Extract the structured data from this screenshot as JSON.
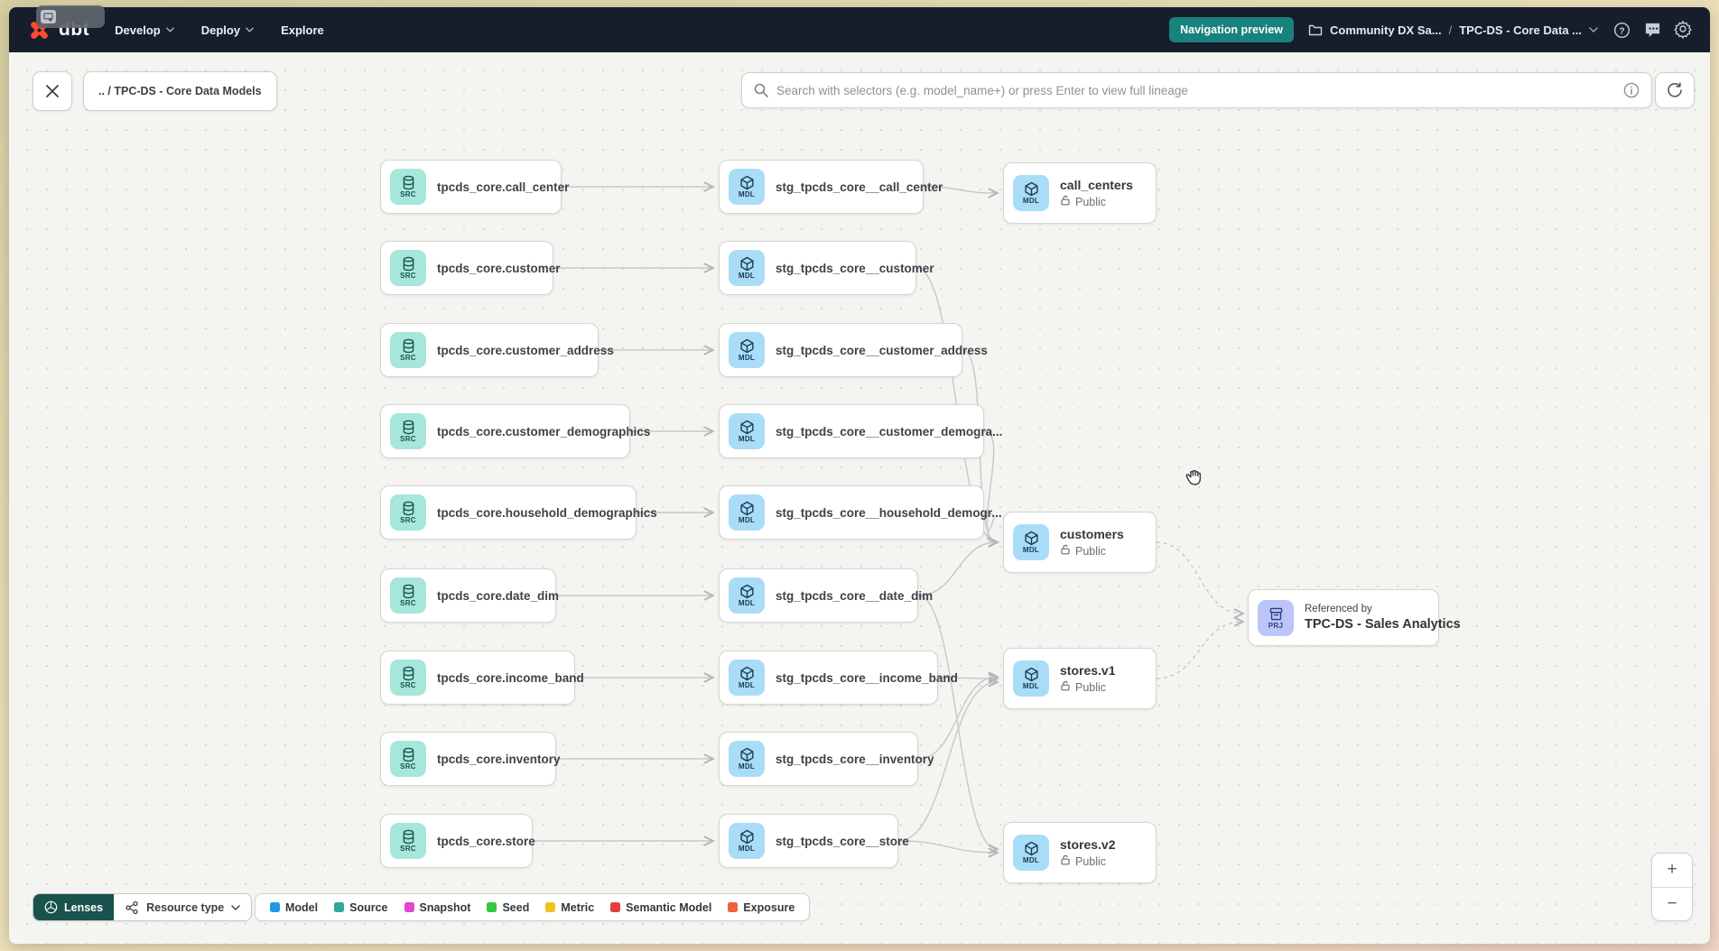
{
  "header": {
    "logo_text": "dbt",
    "nav_items": [
      {
        "label": "Develop",
        "chevron": true
      },
      {
        "label": "Deploy",
        "chevron": true
      },
      {
        "label": "Explore",
        "chevron": false
      }
    ],
    "preview_badge_label": "Navigation preview",
    "account_label": "Community DX Sa...",
    "path_separator": "/",
    "project_label": "TPC-DS - Core Data ..."
  },
  "toolbar": {
    "breadcrumb": ".. / TPC-DS - Core Data Models",
    "search_placeholder": "Search with selectors (e.g. model_name+) or press Enter to view full lineage"
  },
  "graph": {
    "source_nodes": [
      {
        "badge": "SRC",
        "label": "tpcds_core.call_center"
      },
      {
        "badge": "SRC",
        "label": "tpcds_core.customer"
      },
      {
        "badge": "SRC",
        "label": "tpcds_core.customer_address"
      },
      {
        "badge": "SRC",
        "label": "tpcds_core.customer_demographics"
      },
      {
        "badge": "SRC",
        "label": "tpcds_core.household_demographics"
      },
      {
        "badge": "SRC",
        "label": "tpcds_core.date_dim"
      },
      {
        "badge": "SRC",
        "label": "tpcds_core.income_band"
      },
      {
        "badge": "SRC",
        "label": "tpcds_core.inventory"
      },
      {
        "badge": "SRC",
        "label": "tpcds_core.store"
      }
    ],
    "staging_nodes": [
      {
        "badge": "MDL",
        "label": "stg_tpcds_core__call_center"
      },
      {
        "badge": "MDL",
        "label": "stg_tpcds_core__customer"
      },
      {
        "badge": "MDL",
        "label": "stg_tpcds_core__customer_address"
      },
      {
        "badge": "MDL",
        "label": "stg_tpcds_core__customer_demogra..."
      },
      {
        "badge": "MDL",
        "label": "stg_tpcds_core__household_demogr..."
      },
      {
        "badge": "MDL",
        "label": "stg_tpcds_core__date_dim"
      },
      {
        "badge": "MDL",
        "label": "stg_tpcds_core__income_band"
      },
      {
        "badge": "MDL",
        "label": "stg_tpcds_core__inventory"
      },
      {
        "badge": "MDL",
        "label": "stg_tpcds_core__store"
      }
    ],
    "public_nodes": [
      {
        "badge": "MDL",
        "label": "call_centers",
        "access": "Public"
      },
      {
        "badge": "MDL",
        "label": "customers",
        "access": "Public"
      },
      {
        "badge": "MDL",
        "label": "stores.v1",
        "access": "Public"
      },
      {
        "badge": "MDL",
        "label": "stores.v2",
        "access": "Public"
      }
    ],
    "reference_node": {
      "badge": "PRJ",
      "title": "Referenced by",
      "label": "TPC-DS - Sales Analytics"
    }
  },
  "legend": {
    "lenses_label": "Lenses",
    "resource_type_label": "Resource type",
    "items": [
      {
        "label": "Model",
        "color": "#1d9ce3"
      },
      {
        "label": "Source",
        "color": "#2da89b"
      },
      {
        "label": "Snapshot",
        "color": "#e049ce"
      },
      {
        "label": "Seed",
        "color": "#35c73c"
      },
      {
        "label": "Metric",
        "color": "#f1c21b"
      },
      {
        "label": "Semantic Model",
        "color": "#e43f3f"
      },
      {
        "label": "Exposure",
        "color": "#f1603d"
      }
    ]
  },
  "zoom_controls": {
    "zoom_in_label": "+",
    "zoom_out_label": "−"
  },
  "colors": {
    "header_bg": "#161d2b",
    "accent_teal": "#18827c",
    "logo_orange": "#ff4b2e",
    "src_badge": "#a7e6da",
    "mdl_badge": "#a9dcf7",
    "prj_badge": "#bcc5f8",
    "edge": "#c6c8c8"
  }
}
